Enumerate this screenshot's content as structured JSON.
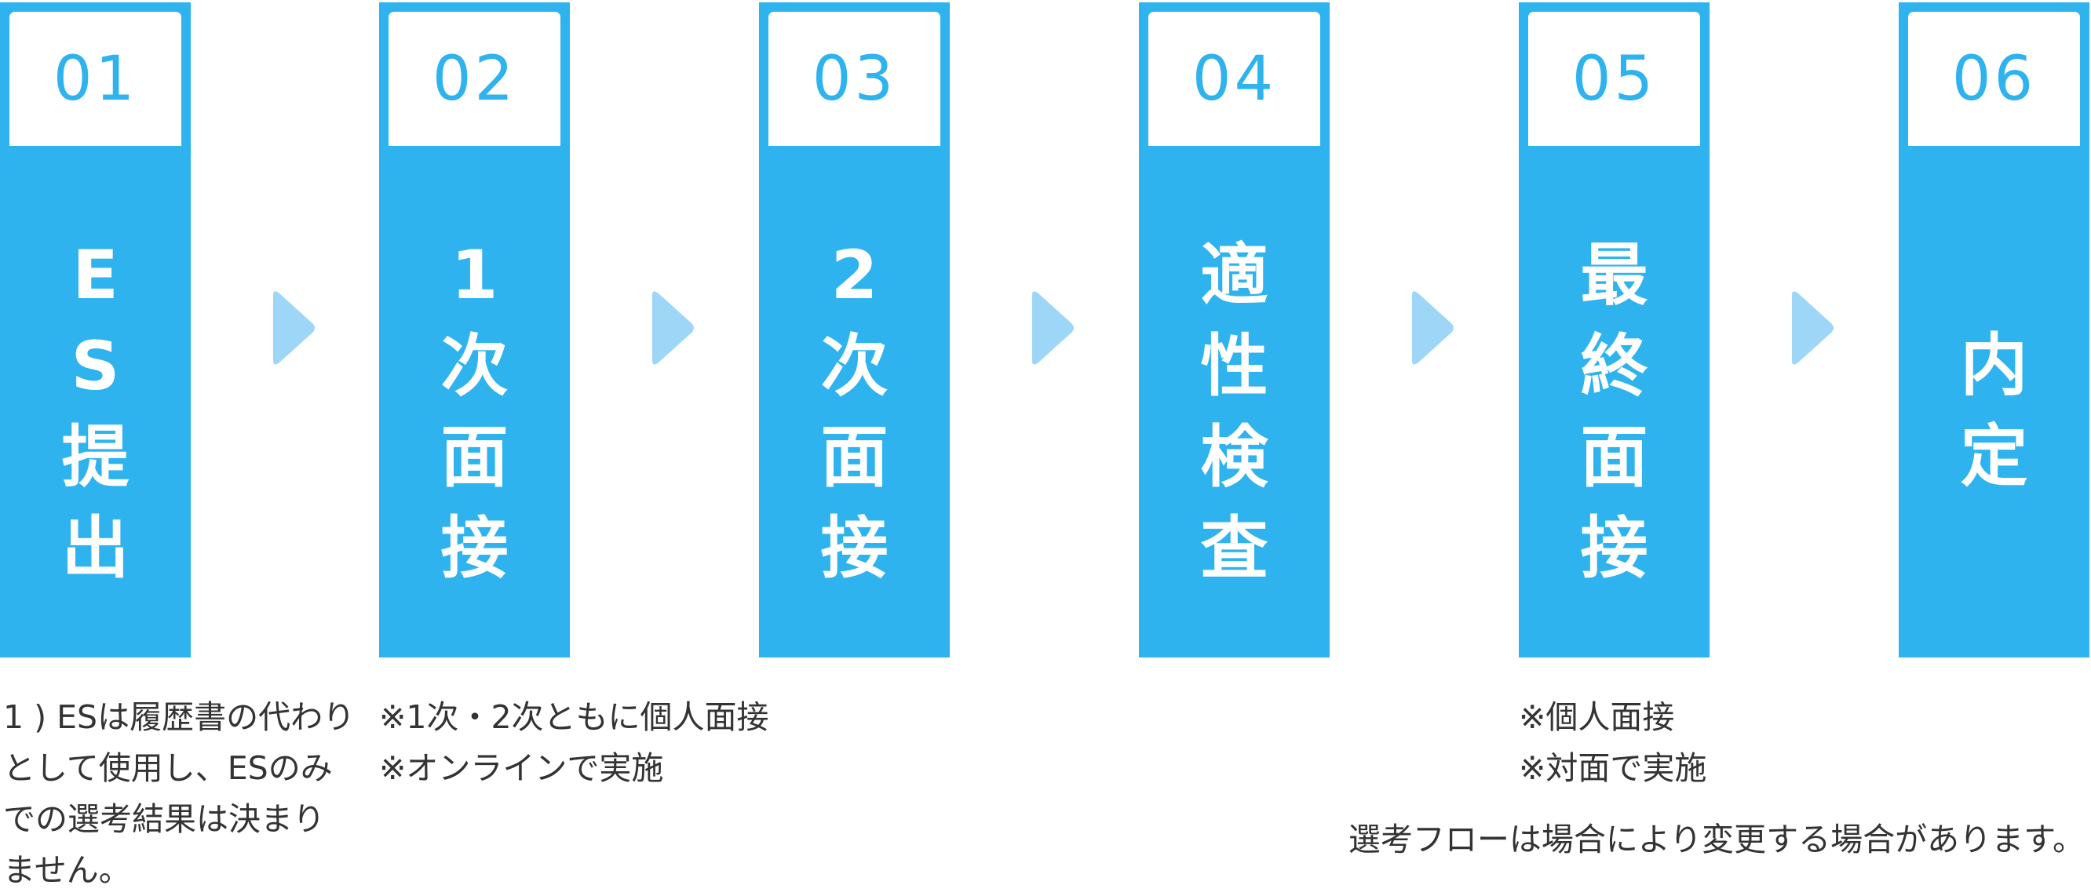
{
  "colors": {
    "step_fill": "#2eb3ee",
    "arrow_fill": "#9dd6f6",
    "text": "#333333"
  },
  "steps": [
    {
      "number": "01",
      "title_lines": [
        "E",
        "S",
        "提",
        "出"
      ]
    },
    {
      "number": "02",
      "title_lines": [
        "1",
        "次",
        "面",
        "接"
      ]
    },
    {
      "number": "03",
      "title_lines": [
        "2",
        "次",
        "面",
        "接"
      ]
    },
    {
      "number": "04",
      "title_lines": [
        "適",
        "性",
        "検",
        "査"
      ]
    },
    {
      "number": "05",
      "title_lines": [
        "最",
        "終",
        "面",
        "接"
      ]
    },
    {
      "number": "06",
      "title_lines": [
        "内",
        "定"
      ]
    }
  ],
  "arrows": [
    "chevron-right-icon",
    "chevron-right-icon",
    "chevron-right-icon",
    "chevron-right-icon",
    "chevron-right-icon"
  ],
  "notes": {
    "step1": [
      "1 ) ESは履歴書の代わり",
      "として使用し、ESのみ",
      "での選考結果は決まり",
      "ません。"
    ],
    "step2": [
      "※1次・2次ともに個人面接",
      "※オンラインで実施"
    ],
    "step5": [
      "※個人面接",
      "※対面で実施"
    ]
  },
  "footnote": "選考フローは場合により変更する場合があります。"
}
